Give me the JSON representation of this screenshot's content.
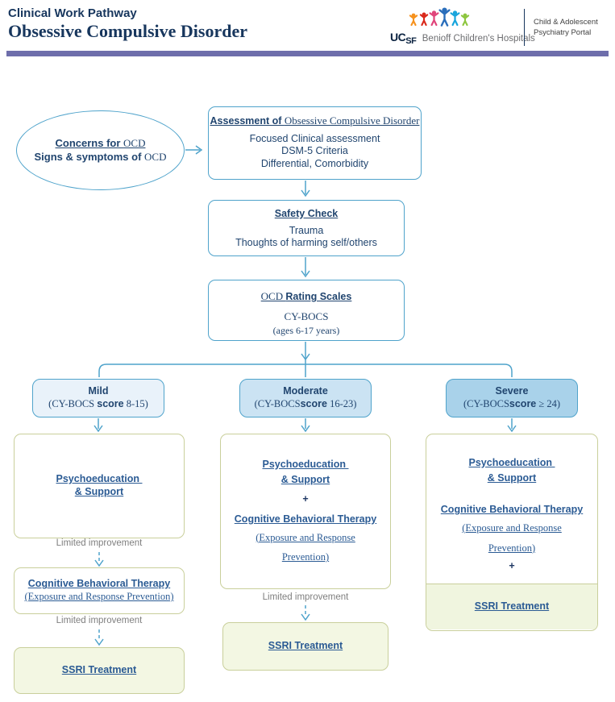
{
  "header": {
    "pathway_label": "Clinical Work Pathway",
    "title": "Obsessive Compulsive Disorder",
    "logo": {
      "ucsf_uc": "UC",
      "ucsf_sf": "SF",
      "hospital_name": "Benioff Children's Hospitals",
      "portal_line1": "Child & Adolescent",
      "portal_line2": "Psychiatry Portal",
      "figure_colors": [
        "#F6921E",
        "#DA291C",
        "#E0457B",
        "#2A6EBB",
        "#18A5DC",
        "#8DC63F"
      ]
    }
  },
  "flow": {
    "concerns": {
      "line1_sans": "Concerns for ",
      "line1_serif": "OCD",
      "line2_sans": "Signs & symptoms of ",
      "line2_serif": "OCD"
    },
    "assessment": {
      "title_sans": "Assessment of ",
      "title_serif": "Obsessive Compulsive Disorder",
      "lines": [
        "Focused Clinical assessment",
        "DSM-5 Criteria",
        "Differential, Comorbidity"
      ]
    },
    "safety": {
      "title": "Safety Check",
      "lines": [
        "Trauma",
        "Thoughts of harming self/others"
      ]
    },
    "rating": {
      "title_serif": "OCD ",
      "title_sans": "Rating Scales",
      "scale_name": "CY-BOCS",
      "scale_ages": "(ages 6-17 years)"
    },
    "severity": {
      "mild": {
        "name": "Mild",
        "score_pre": "(CY-BOCS ",
        "score_word": "score",
        "score_post": " 8-15)"
      },
      "moderate": {
        "name": "Moderate",
        "score_pre": "(CY-BOCS",
        "score_word": "score",
        "score_post": " 16-23)"
      },
      "severe": {
        "name": "Severe",
        "score_pre": "(CY-BOCS",
        "score_word": "score",
        "score_post": " ≥ 24)"
      }
    },
    "limited_label": "Limited improvement",
    "plus": "+",
    "psych_line1": "Psychoeducation ",
    "psych_line2": "& Support",
    "cbt_title": "Cognitive Behavioral Therapy",
    "cbt_sub_oneline": "(Exposure and Response Prevention)",
    "cbt_sub_line1": "(Exposure and Response",
    "cbt_sub_line2": "Prevention)",
    "ssri_label": "SSRI Treatment"
  },
  "colors": {
    "accent_blue": "#4FA3CB",
    "navy_text": "#21456F",
    "link_text": "#2B5B94",
    "olive_border": "#C9CF9B",
    "green_fill": "#F3F7E3",
    "mild_fill": "#E9F2FA",
    "moderate_fill": "#CBE3F3",
    "severe_fill": "#A9D2EA",
    "purple_rule": "#6E6EAB",
    "gray_text": "#7F7F7F"
  }
}
